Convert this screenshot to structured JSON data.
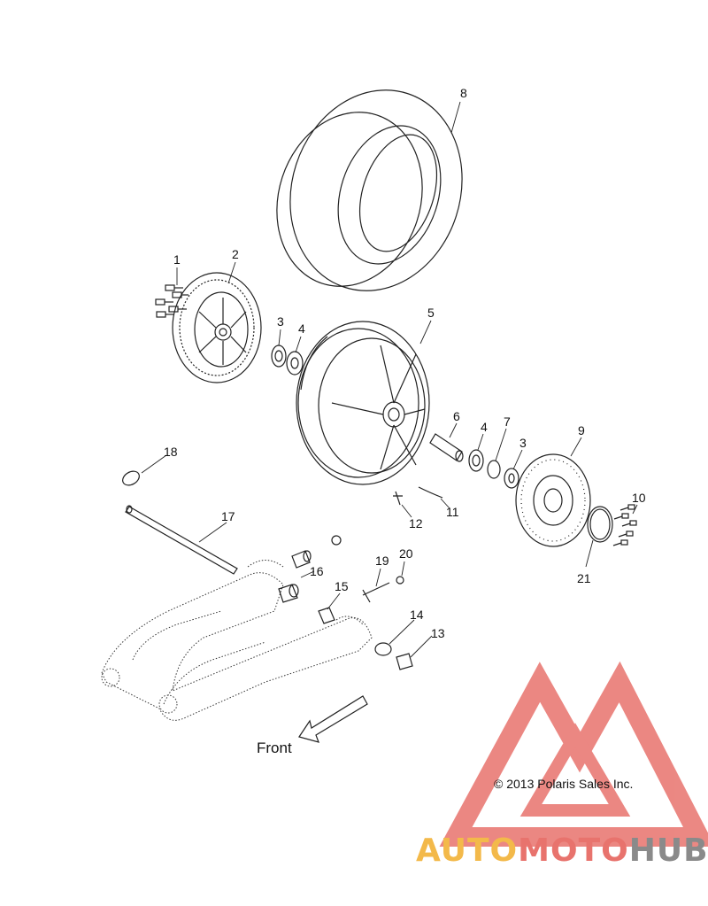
{
  "callouts": [
    "1",
    "2",
    "3",
    "4",
    "5",
    "6",
    "4",
    "7",
    "3",
    "9",
    "8",
    "10",
    "11",
    "12",
    "17",
    "18",
    "19",
    "20",
    "16",
    "15",
    "14",
    "13",
    "21"
  ],
  "front_label": "Front",
  "copyright": "© 2013 Polaris Sales Inc.",
  "watermark": {
    "part1": "AUTO",
    "part2": "MOTO",
    "part3": "HUB"
  },
  "colors": {
    "watermark_red": "#e8736d",
    "watermark_gold": "#f3b94a",
    "watermark_gray": "#8a8a8a",
    "line": "#222222"
  }
}
